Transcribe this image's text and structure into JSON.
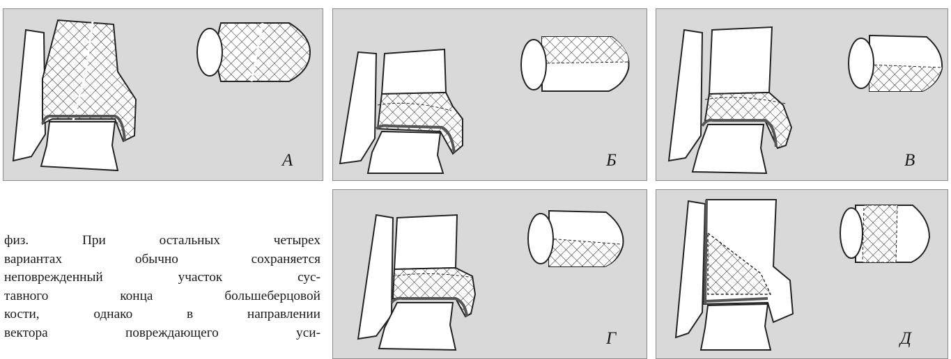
{
  "figure": {
    "panels": [
      {
        "id": "A",
        "label": "А"
      },
      {
        "id": "B",
        "label": "Б"
      },
      {
        "id": "V",
        "label": "В"
      },
      {
        "id": "G",
        "label": "Г"
      },
      {
        "id": "D",
        "label": "Д"
      }
    ]
  },
  "text": {
    "lines": [
      "физ. При остальных четырех",
      "вариантах обычно сохраняется",
      "неповрежденный участок сус-",
      "тавного конца большеберцовой",
      "кости, однако в направлении",
      "вектора повреждающего уси-"
    ]
  }
}
